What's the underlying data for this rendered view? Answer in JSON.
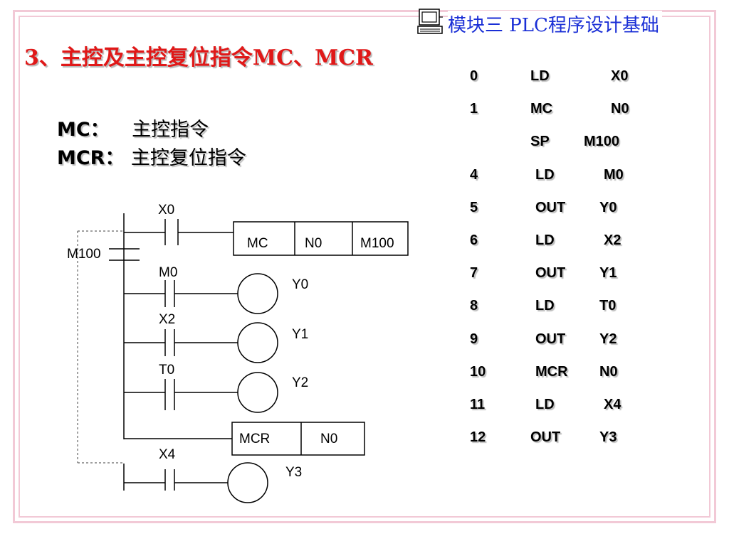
{
  "header": {
    "module_title": "模块三 PLC程序设计基础",
    "icon": "computer-icon"
  },
  "title": "3、主控及主控复位指令MC、MCR",
  "definitions": [
    {
      "term": "MC：",
      "desc": "主控指令"
    },
    {
      "term": "MCR：",
      "desc": "主控复位指令"
    }
  ],
  "ladder": {
    "contacts": [
      "X0",
      "M100",
      "M0",
      "X2",
      "T0",
      "X4"
    ],
    "coils": [
      "Y0",
      "Y1",
      "Y2",
      "Y3"
    ],
    "mc_box": [
      "MC",
      "N0",
      "M100"
    ],
    "mcr_box": [
      "MCR",
      "N0"
    ]
  },
  "program": [
    {
      "step": "0",
      "op": "LD",
      "operand": "X0"
    },
    {
      "step": "1",
      "op": "MC",
      "operand": "N0"
    },
    {
      "step": "",
      "op": "SP",
      "operand": "M100"
    },
    {
      "step": "4",
      "op": "LD",
      "operand": "M0"
    },
    {
      "step": "5",
      "op": "OUT",
      "operand": "Y0"
    },
    {
      "step": "6",
      "op": "LD",
      "operand": "X2"
    },
    {
      "step": "7",
      "op": "OUT",
      "operand": "Y1"
    },
    {
      "step": "8",
      "op": "LD",
      "operand": "T0"
    },
    {
      "step": "9",
      "op": "OUT",
      "operand": "Y2"
    },
    {
      "step": "10",
      "op": "MCR",
      "operand": "N0"
    },
    {
      "step": "11",
      "op": "LD",
      "operand": "X4"
    },
    {
      "step": "12",
      "op": "OUT",
      "operand": "Y3"
    }
  ],
  "colors": {
    "title": "#e01818",
    "module_title": "#1a2fd6",
    "frame": "#f2c9d6"
  }
}
